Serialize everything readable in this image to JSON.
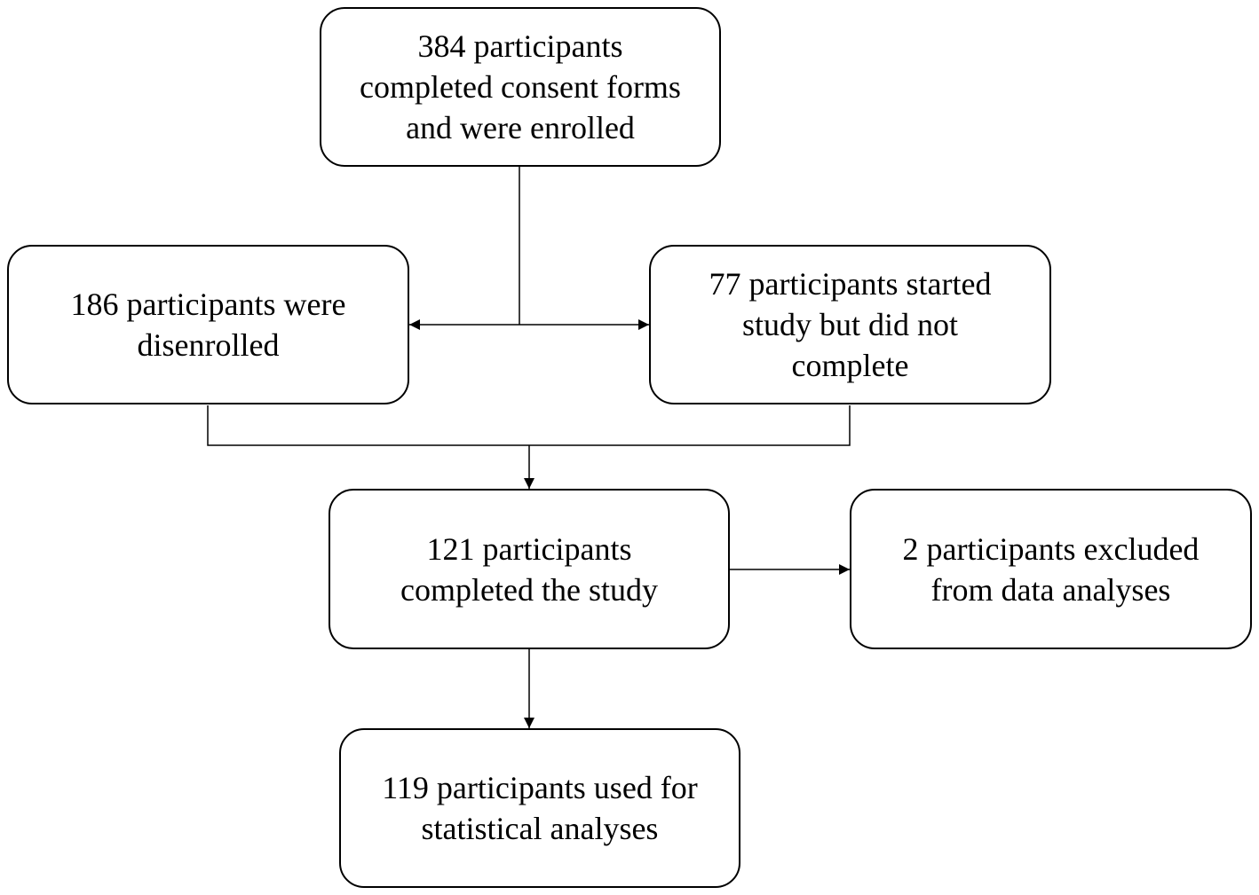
{
  "diagram": {
    "type": "flowchart",
    "nodes": [
      {
        "id": "enrolled",
        "lines": [
          "384 participants",
          "completed consent forms",
          "and were enrolled"
        ]
      },
      {
        "id": "disenrolled",
        "lines": [
          "186 participants were",
          "disenrolled"
        ]
      },
      {
        "id": "not-completed",
        "lines": [
          "77 participants started",
          "study but did not",
          "complete"
        ]
      },
      {
        "id": "completed",
        "lines": [
          "121 participants",
          "completed the study"
        ]
      },
      {
        "id": "excluded",
        "lines": [
          "2 participants excluded",
          "from data analyses"
        ]
      },
      {
        "id": "analyzed",
        "lines": [
          "119 participants used for",
          "statistical analyses"
        ]
      }
    ],
    "edges": [
      {
        "from": "enrolled",
        "to": "disenrolled"
      },
      {
        "from": "enrolled",
        "to": "not-completed"
      },
      {
        "from": "disenrolled",
        "to": "completed"
      },
      {
        "from": "not-completed",
        "to": "completed"
      },
      {
        "from": "completed",
        "to": "excluded"
      },
      {
        "from": "completed",
        "to": "analyzed"
      }
    ]
  }
}
